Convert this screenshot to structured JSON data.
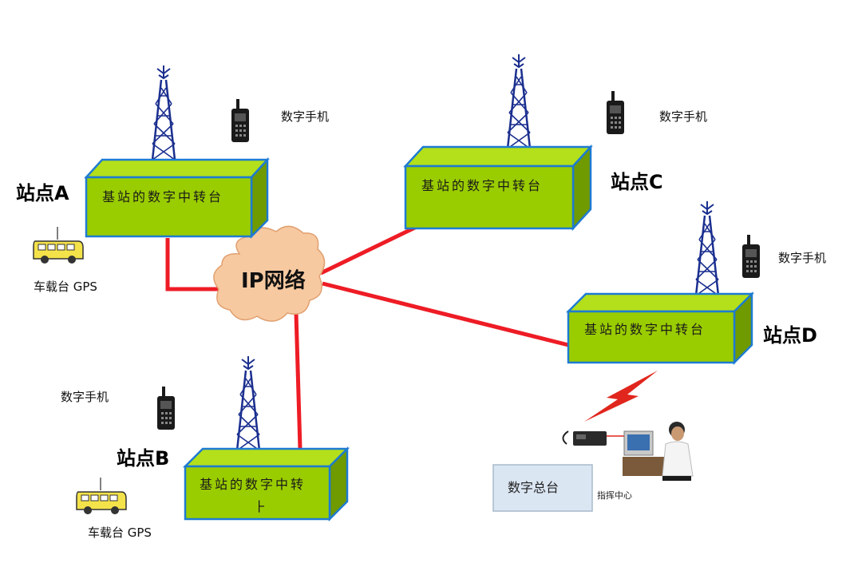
{
  "network": {
    "label": "IP网络"
  },
  "stations": [
    {
      "id": "A",
      "name": "站点A",
      "box_text": "基站的数字中转台",
      "radio_label": "数字手机",
      "vehicle_label": "车载台 GPS"
    },
    {
      "id": "B",
      "name": "站点B",
      "box_text_line1": "基站的数字中转",
      "box_text_line2": "⺊",
      "radio_label": "数字手机",
      "vehicle_label": "车载台 GPS"
    },
    {
      "id": "C",
      "name": "站点C",
      "box_text": "基站的数字中转台",
      "radio_label": "数字手机"
    },
    {
      "id": "D",
      "name": "站点D",
      "box_text": "基站的数字中转台",
      "radio_label": "数字手机"
    }
  ],
  "dispatch": {
    "console_label": "数字总台",
    "center_label": "指挥中心"
  },
  "colors": {
    "box_face": "#9acd00",
    "box_top": "#b3e01a",
    "box_side": "#6f9a00",
    "box_border": "#1e7bd2",
    "link": "#ee1c25",
    "cloud": "#f7c9a0",
    "tower": "#1b2f8f",
    "vehicle": "#f4e24a",
    "bolt": "#e0261d"
  },
  "icons": [
    "antenna-tower-icon",
    "handheld-radio-icon",
    "vehicle-icon",
    "lightning-icon",
    "dispatch-operator-icon",
    "base-radio-icon"
  ]
}
